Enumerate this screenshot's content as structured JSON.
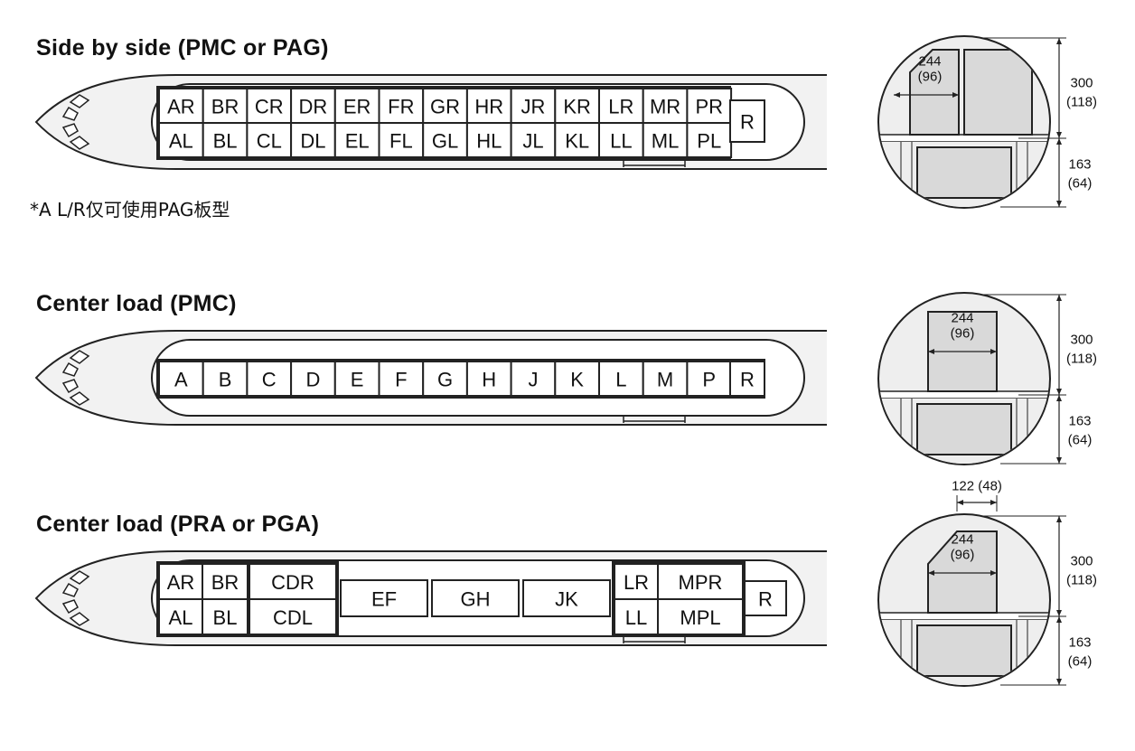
{
  "sections": [
    {
      "title": "Side by side (PMC or PAG)",
      "note": "*A L/R仅可使用PAG板型",
      "positions": [
        "AR",
        "BR",
        "CR",
        "DR",
        "ER",
        "FR",
        "GR",
        "HR",
        "JR",
        "KR",
        "LR",
        "MR",
        "PR",
        "AL",
        "BL",
        "CL",
        "DL",
        "EL",
        "FL",
        "GL",
        "HL",
        "JL",
        "KL",
        "LL",
        "ML",
        "PL",
        "R"
      ],
      "section_view": {
        "width_label": "244",
        "width_label_in": "(96)",
        "height_label": "300",
        "height_label_in": "(118)",
        "lower_label": "163",
        "lower_label_in": "(64)"
      }
    },
    {
      "title": "Center load (PMC)",
      "positions": [
        "A",
        "B",
        "C",
        "D",
        "E",
        "F",
        "G",
        "H",
        "J",
        "K",
        "L",
        "M",
        "P",
        "R"
      ],
      "section_view": {
        "width_label": "244",
        "width_label_in": "(96)",
        "height_label": "300",
        "height_label_in": "(118)",
        "lower_label": "163",
        "lower_label_in": "(64)"
      }
    },
    {
      "title": "Center load (PRA or PGA)",
      "top_label": "122 (48)",
      "positions": [
        "AR",
        "BR",
        "CDR",
        "AL",
        "BL",
        "CDL",
        "EF",
        "GH",
        "JK",
        "LR",
        "MPR",
        "LL",
        "MPL",
        "R"
      ],
      "section_view": {
        "width_label": "244",
        "width_label_in": "(96)",
        "height_label": "300",
        "height_label_in": "(118)",
        "lower_label": "163",
        "lower_label_in": "(64)"
      }
    }
  ],
  "colors": {
    "fuselage": "#f2f2f2",
    "stroke": "#222222",
    "container": "#d9d9d9",
    "light_fill": "#eeeeee"
  }
}
